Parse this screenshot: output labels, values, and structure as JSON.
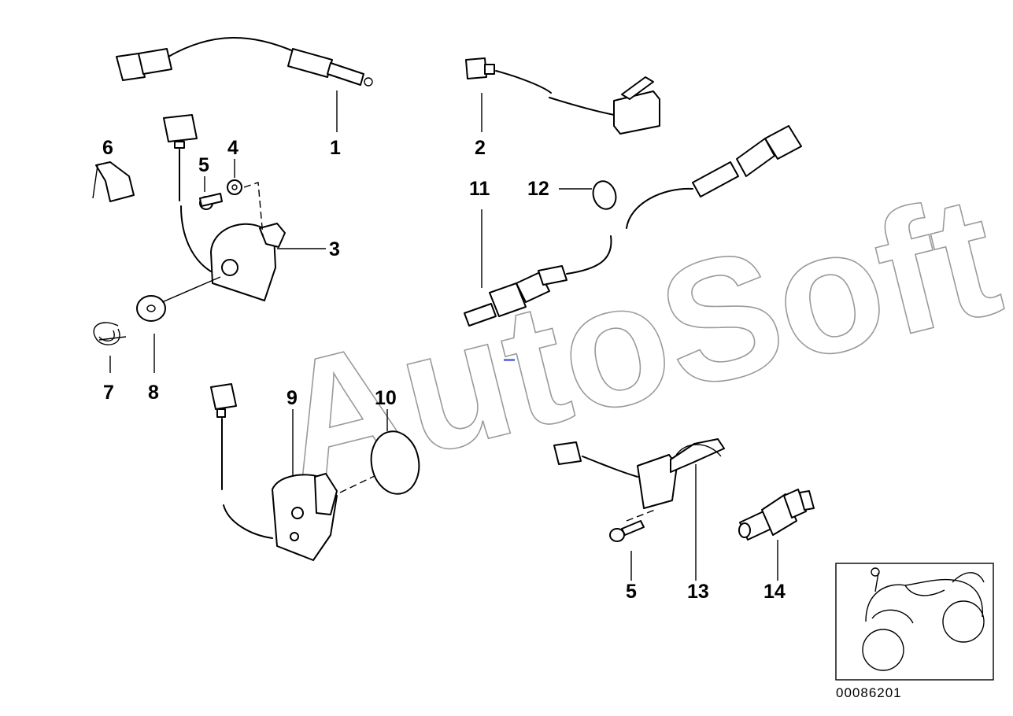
{
  "watermark": "AutoSoft",
  "diagram_id": "00086201",
  "callouts": [
    "1",
    "2",
    "3",
    "4",
    "5",
    "6",
    "7",
    "8",
    "9",
    "10",
    "11",
    "12",
    "5",
    "13",
    "14"
  ],
  "colors": {
    "line": "#000000",
    "watermark": "#9a9a9a",
    "background": "#ffffff"
  }
}
